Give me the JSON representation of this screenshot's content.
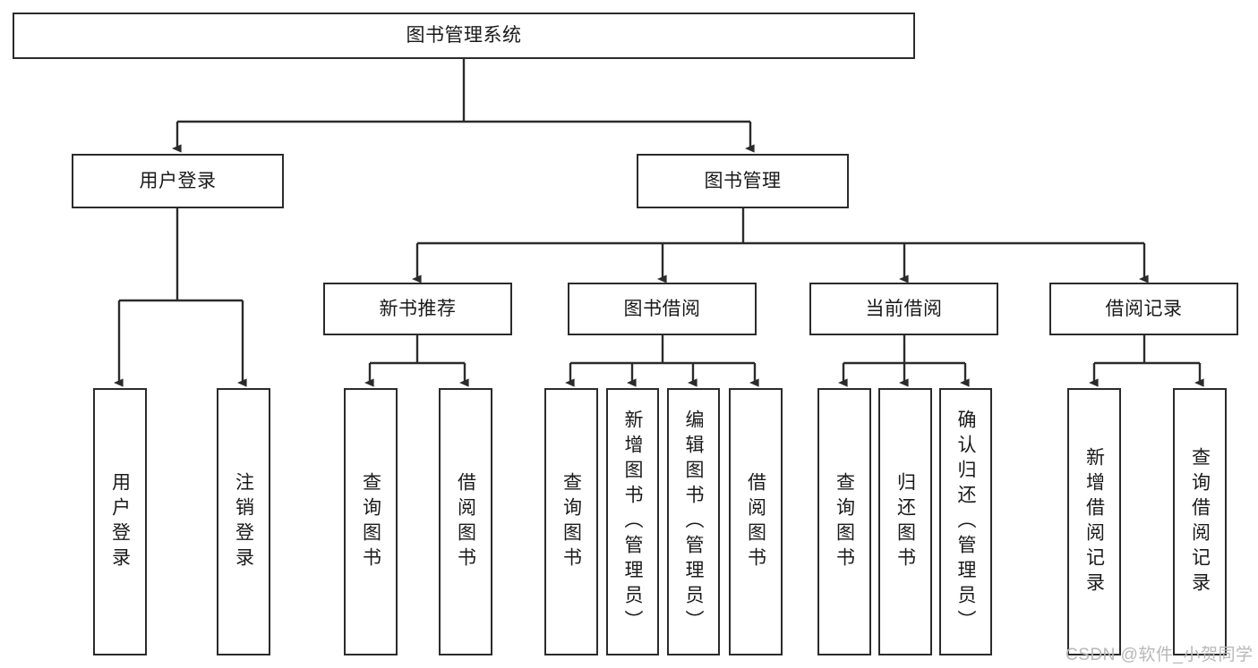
{
  "diagram": {
    "type": "tree-hierarchy",
    "title": "图书管理系统",
    "orientation": "top-down",
    "colors": {
      "stroke": "#2b2b2b",
      "fill": "#ffffff",
      "text": "#1a1a1a",
      "watermark": "#b8b8b8"
    },
    "root": {
      "label": "图书管理系统"
    },
    "level2": [
      {
        "id": "user-login",
        "label": "用户登录"
      },
      {
        "id": "book-manage",
        "label": "图书管理"
      }
    ],
    "level3": [
      {
        "id": "new-book-rec",
        "label": "新书推荐",
        "parent": "book-manage"
      },
      {
        "id": "book-borrow",
        "label": "图书借阅",
        "parent": "book-manage"
      },
      {
        "id": "current-borrow",
        "label": "当前借阅",
        "parent": "book-manage"
      },
      {
        "id": "borrow-record",
        "label": "借阅记录",
        "parent": "book-manage"
      }
    ],
    "leaves": [
      {
        "id": "leaf-user-login",
        "label": "用户登录",
        "parent": "user-login"
      },
      {
        "id": "leaf-logout",
        "label": "注销登录",
        "parent": "user-login"
      },
      {
        "id": "leaf-query-book-1",
        "label": "查询图书",
        "parent": "new-book-rec"
      },
      {
        "id": "leaf-borrow-book-1",
        "label": "借阅图书",
        "parent": "new-book-rec"
      },
      {
        "id": "leaf-query-book-2",
        "label": "查询图书",
        "parent": "book-borrow"
      },
      {
        "id": "leaf-add-book",
        "label": "新增图书（管理员）",
        "parent": "book-borrow"
      },
      {
        "id": "leaf-edit-book",
        "label": "编辑图书（管理员）",
        "parent": "book-borrow"
      },
      {
        "id": "leaf-borrow-book-2",
        "label": "借阅图书",
        "parent": "book-borrow"
      },
      {
        "id": "leaf-query-book-3",
        "label": "查询图书",
        "parent": "current-borrow"
      },
      {
        "id": "leaf-return-book",
        "label": "归还图书",
        "parent": "current-borrow"
      },
      {
        "id": "leaf-confirm-return",
        "label": "确认归还（管理员）",
        "parent": "current-borrow"
      },
      {
        "id": "leaf-add-record",
        "label": "新增借阅记录",
        "parent": "borrow-record"
      },
      {
        "id": "leaf-query-record",
        "label": "查询借阅记录",
        "parent": "borrow-record"
      }
    ]
  },
  "watermark": {
    "text": "CSDN @软件_小贺同学"
  }
}
